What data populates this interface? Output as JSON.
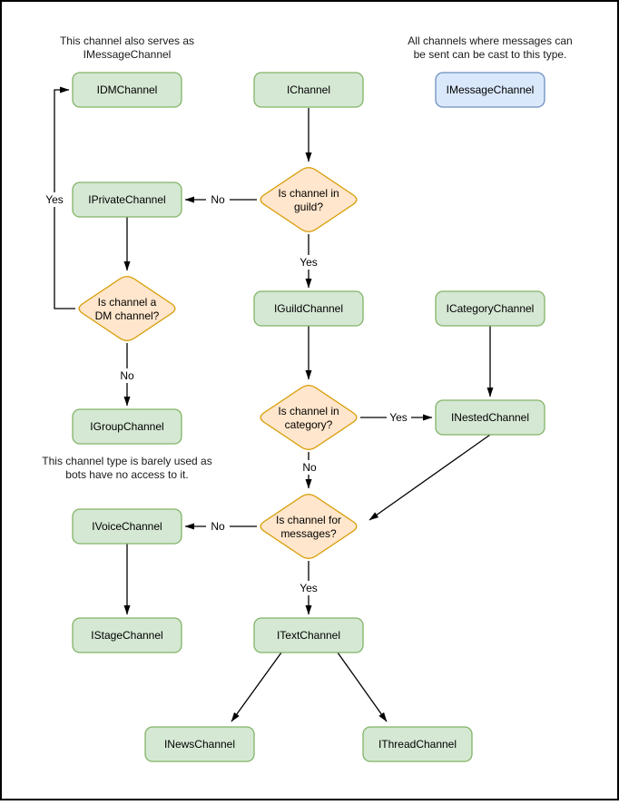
{
  "colors": {
    "green_fill": "#d5e8d4",
    "green_border": "#82b366",
    "blue_fill": "#dae8fc",
    "blue_border": "#6c8ebf",
    "orange_fill": "#ffe6cc",
    "orange_border": "#d79b00",
    "line": "#000000",
    "background": "#ffffff",
    "frame_border": "#000000"
  },
  "nodes": {
    "idm": {
      "label": "IDMChannel"
    },
    "channel": {
      "label": "IChannel"
    },
    "message": {
      "label": "IMessageChannel"
    },
    "private": {
      "label": "IPrivateChannel"
    },
    "guild": {
      "label": "IGuildChannel"
    },
    "category": {
      "label": "ICategoryChannel"
    },
    "group": {
      "label": "IGroupChannel"
    },
    "nested": {
      "label": "INestedChannel"
    },
    "voice": {
      "label": "IVoiceChannel"
    },
    "stage": {
      "label": "IStageChannel"
    },
    "text": {
      "label": "ITextChannel"
    },
    "news": {
      "label": "INewsChannel"
    },
    "thread": {
      "label": "IThreadChannel"
    }
  },
  "decisions": {
    "in_guild": {
      "line1": "Is channel in",
      "line2": "guild?"
    },
    "is_dm": {
      "line1": "Is channel a",
      "line2": "DM channel?"
    },
    "in_category": {
      "line1": "Is channel in",
      "line2": "category?"
    },
    "for_messages": {
      "line1": "Is channel for",
      "line2": "messages?"
    }
  },
  "notes": {
    "dm": {
      "line1": "This channel also serves as",
      "line2": "IMessageChannel"
    },
    "message": {
      "line1": "All channels where messages can",
      "line2": "be sent can be cast to this type."
    },
    "group": {
      "line1": "This channel type is barely used as",
      "line2": "bots have no access to it."
    }
  },
  "edge_labels": {
    "yes": "Yes",
    "no": "No"
  }
}
